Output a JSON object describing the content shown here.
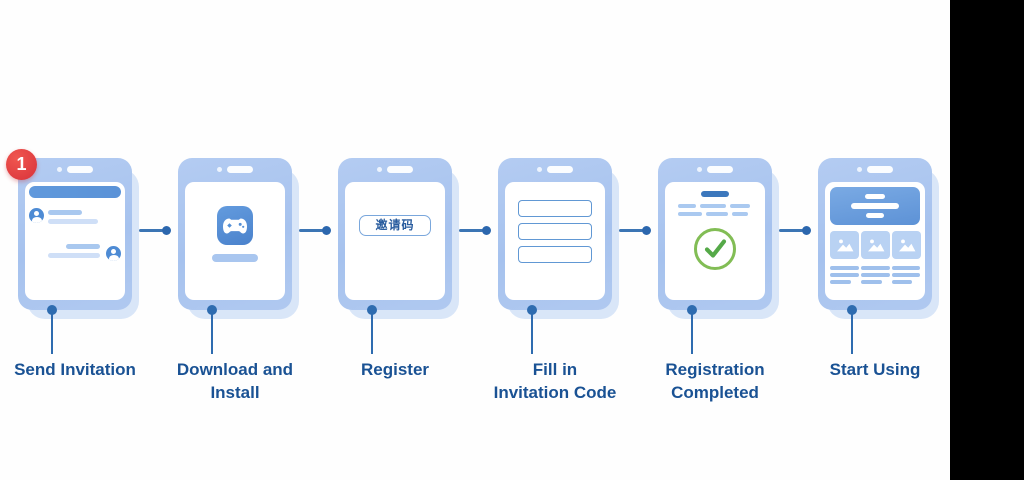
{
  "page": {
    "background_color": "#fefefe",
    "right_panel_color": "#000000",
    "accent_blue": "#2e6cb0",
    "label_color": "#1a5294",
    "phone_blue": "#a6c2ee",
    "success_green": "#82bd55",
    "badge_color": "#d8323a"
  },
  "badge": {
    "value": "1"
  },
  "steps": [
    {
      "id": "send-invitation",
      "label": "Send Invitation"
    },
    {
      "id": "download-install",
      "label": "Download and Install"
    },
    {
      "id": "register",
      "label": "Register",
      "screen_text": "邀请码"
    },
    {
      "id": "fill-invitation-code",
      "label": "Fill in Invitation Code"
    },
    {
      "id": "registration-completed",
      "label": "Registration Completed"
    },
    {
      "id": "start-using",
      "label": "Start Using"
    }
  ]
}
